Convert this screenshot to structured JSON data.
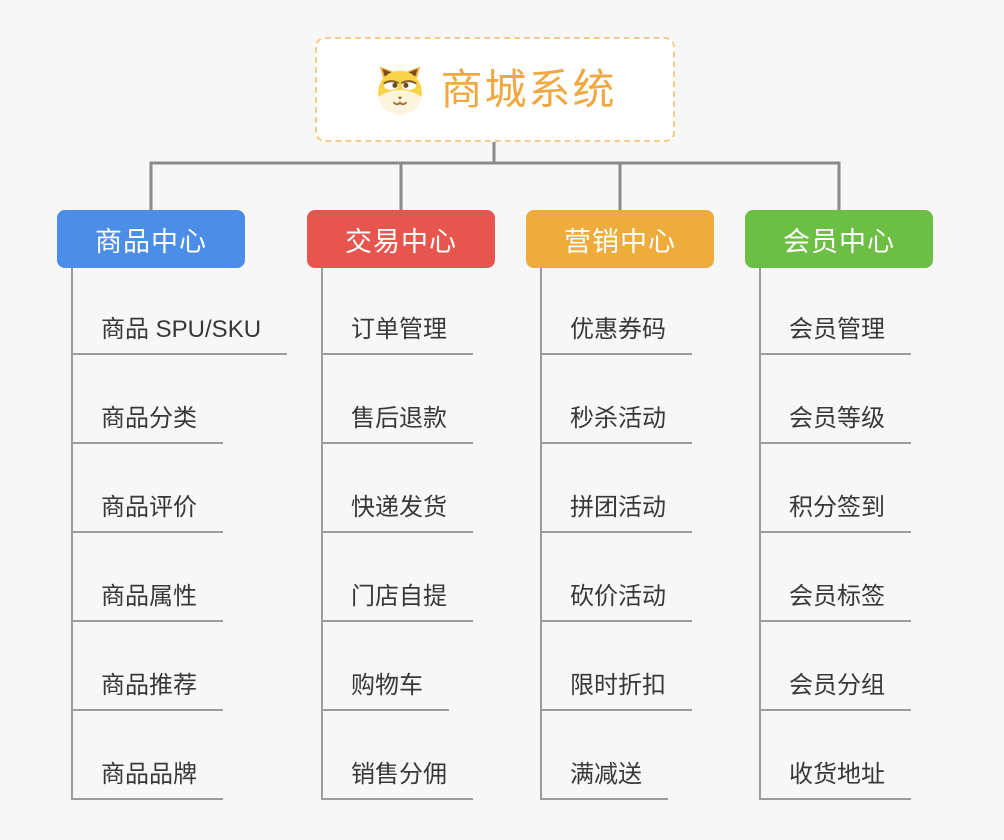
{
  "page": {
    "background": "#F7F7F7"
  },
  "root": {
    "title": "商城系统",
    "icon": "shiba-dog-icon",
    "title_color": "#F0A843",
    "border_color": "#F5CC8B"
  },
  "connector_color": "#8A8A8A",
  "line_color": "#9C9C9C",
  "branches": [
    {
      "label": "商品中心",
      "color": "#4C8DE8",
      "children": [
        "商品 SPU/SKU",
        "商品分类",
        "商品评价",
        "商品属性",
        "商品推荐",
        "商品品牌"
      ]
    },
    {
      "label": "交易中心",
      "color": "#E6564E",
      "children": [
        "订单管理",
        "售后退款",
        "快递发货",
        "门店自提",
        "购物车",
        "销售分佣"
      ]
    },
    {
      "label": "营销中心",
      "color": "#EEAC3C",
      "children": [
        "优惠券码",
        "秒杀活动",
        "拼团活动",
        "砍价活动",
        "限时折扣",
        "满减送"
      ]
    },
    {
      "label": "会员中心",
      "color": "#6CBE44",
      "children": [
        "会员管理",
        "会员等级",
        "积分签到",
        "会员标签",
        "会员分组",
        "收货地址"
      ]
    }
  ]
}
